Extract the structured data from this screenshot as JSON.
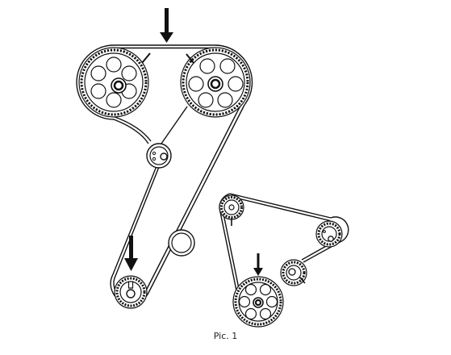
{
  "caption": "Pic. 1",
  "colors": {
    "ink": "#111111",
    "paper": "#ffffff"
  },
  "components": [
    "camshaft-sprocket-left",
    "camshaft-sprocket-right",
    "idler-pulley",
    "tensioner-pulley",
    "crankshaft-sprocket",
    "accessory-drive-sprocket-top",
    "accessory-drive-pulley",
    "accessory-drive-tensioner",
    "accessory-drive-main-sprocket"
  ],
  "icons": [
    "down-arrow-icon",
    "timing-mark-icon"
  ]
}
